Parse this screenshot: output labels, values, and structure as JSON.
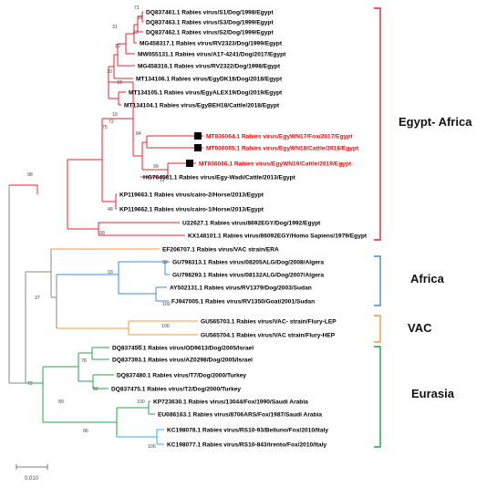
{
  "leaves": [
    {
      "label": "DQ837461.1 Rabies virus/S1/Dog/1998/Egypt",
      "color": "#000000"
    },
    {
      "label": "DQ837463.1 Rabies virus/S3/Dog/1999/Egypt",
      "color": "#000000"
    },
    {
      "label": "DQ837462.1 Rabies virus/S2/Dog/1999/Egypt",
      "color": "#000000"
    },
    {
      "label": "MG458317.1 Rabies virus/RV2323/Dog/1999/Egypt",
      "color": "#000000"
    },
    {
      "label": "MW055131.1 Rabies virus/A17-4241/Dog/2017/Egypt",
      "color": "#000000"
    },
    {
      "label": "MG458316.1 Rabies virus/RV2322/Dog/1998/Egypt",
      "color": "#000000"
    },
    {
      "label": "MT134106.1 Rabies virus/EgyDK18/Dog/2018/Egypt",
      "color": "#000000"
    },
    {
      "label": "MT134105.1 Rabies virus/EgyALEX19/Dog/2019/Egypt",
      "color": "#000000"
    },
    {
      "label": "MT134104.1 Rabies virus/EgyBEH18/Cattle/2018/Egypt",
      "color": "#000000"
    },
    {
      "label": "MT036064.1 Rabies virus/EgyWN17/Fox/2017/Egypt",
      "color": "#ff0000"
    },
    {
      "label": "MT036065.1 Rabies virus/EgyWN18/Cattle/2018/Egypt",
      "color": "#ff0000"
    },
    {
      "label": "MT036066.1 Rabies virus/EgyWN19/Cattle/2019/Egypt",
      "color": "#ff0000"
    },
    {
      "label": "HG764581.1 Rabies virus/Egy-Wadi/Cattle/2013/Egypt",
      "color": "#000000"
    },
    {
      "label": "KP119663.1 Rabies virus/cairo-2/Horse/2013/Egypt",
      "color": "#000000"
    },
    {
      "label": "KP119662.1 Rabies virus/cairo-1/Horse/2013/Egypt",
      "color": "#000000"
    },
    {
      "label": "U22627.1 Rabies virus/8692EGY/Dog/1992/Egypt",
      "color": "#000000"
    },
    {
      "label": "KX148101.1 Rabies virus/86092EGY/Homo Sapiens/1979/Egypt",
      "color": "#000000"
    },
    {
      "label": "EF206707.1 Rabies virus/VAC strain/ERA",
      "color": "#000000"
    },
    {
      "label": "GU798313.1 Rabies virus/08205ALG/Dog/2008/Algera",
      "color": "#000000"
    },
    {
      "label": "GU798293.1 Rabies virus/08132ALG/Dog/2007/Algera",
      "color": "#000000"
    },
    {
      "label": "AY502131.1 Rabies virus/RV1379/Dog/2003/Sudan",
      "color": "#000000"
    },
    {
      "label": "FJ947005.1 Rabies virus/RV1350/Goat/2001/Sudan",
      "color": "#000000"
    },
    {
      "label": "GU565703.1 Rabies virus/VAC- strain/Flury-LEP",
      "color": "#000000"
    },
    {
      "label": "GU565704.1 Rabies virus/VAC strain/Flury-HEP",
      "color": "#000000"
    },
    {
      "label": "DQ837455.1 Rabies virus/OD9613/Dog/2005/Israel",
      "color": "#000000"
    },
    {
      "label": "DQ837393.1 Rabies virus/AZ0298/Dog/2005/Israel",
      "color": "#000000"
    },
    {
      "label": "DQ837480.1 Rabies virus/T7/Dog/2000/Turkey",
      "color": "#000000"
    },
    {
      "label": "DQ837475.1 Rabies virus/T2/Dog/2000/Turkey",
      "color": "#000000"
    },
    {
      "label": "KP723630.1 Rabies virus/13044/Fox/1990/Saudi Arabia",
      "color": "#000000"
    },
    {
      "label": "EU086163.1 Rabies virus/8706ARS/Fox/1987/Saudi Arabia",
      "color": "#000000"
    },
    {
      "label": "KC198078.1 Rabies virus/RS10-93/Belluno/Fox/2010/Italy",
      "color": "#000000"
    },
    {
      "label": "KC198077.1 Rabies virus/RS10-843/trento/Fox/2010/Italy",
      "color": "#000000"
    }
  ],
  "bootstrap": [
    "71",
    "19",
    "48",
    "31",
    "20",
    "18",
    "10",
    "19",
    "72",
    "84",
    "99",
    "12",
    "48",
    "75",
    "98",
    "99",
    "99",
    "93",
    "100",
    "37",
    "100",
    "98",
    "78",
    "92",
    "89",
    "100",
    "86",
    "100",
    "72"
  ],
  "groups": [
    {
      "label": "Egypt- Africa",
      "color": "#e8232a"
    },
    {
      "label": "Africa",
      "color": "#3b8fd6"
    },
    {
      "label": "VAC",
      "color": "#f39a3c"
    },
    {
      "label": "Eurasia",
      "color": "#1ca64c"
    }
  ],
  "scale_label": "0.010",
  "colors": {
    "egypt_branch": "#e8232a",
    "africa_branch": "#3b8fd6",
    "vac_branch": "#f39a3c",
    "eurasia_branch": "#2aa64a",
    "italy_branch": "#34aaf0",
    "root_branch": "#888888",
    "new_isolate_marker": "#000000"
  }
}
